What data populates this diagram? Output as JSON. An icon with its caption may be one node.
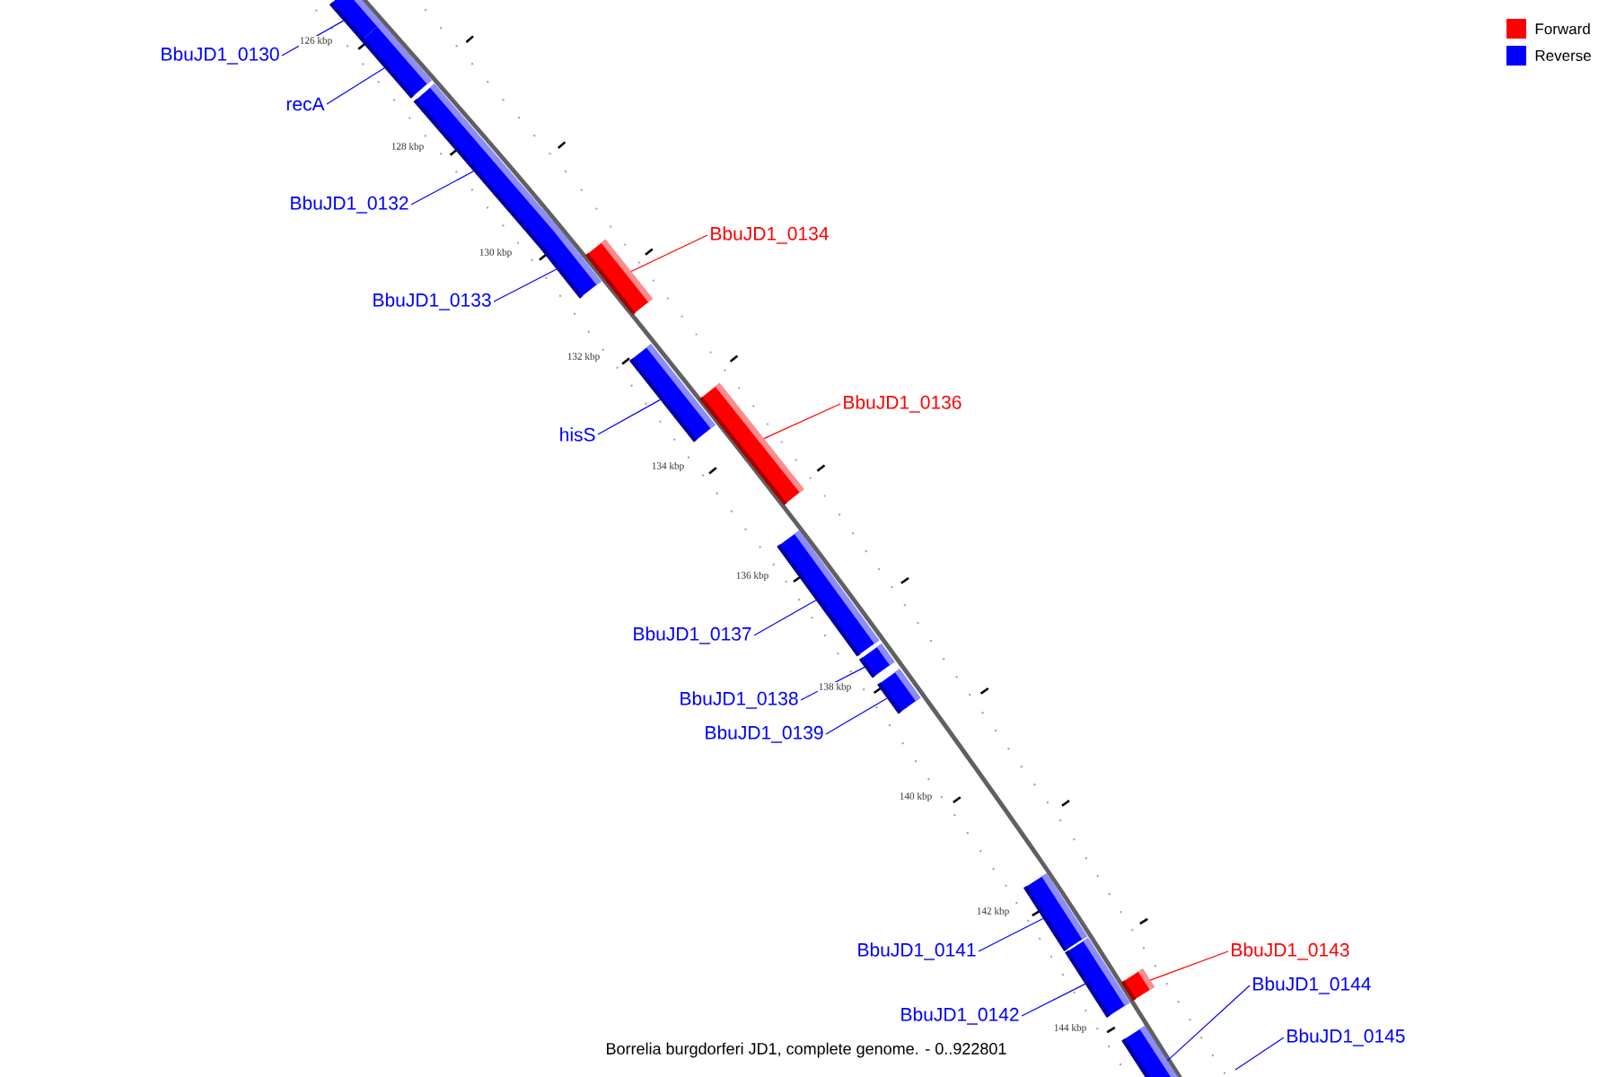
{
  "diagram": {
    "caption": "Borrelia burgdorferi JD1, complete genome. - 0..922801",
    "nodes": [
      {
        "text": [
          "BbuJD1_0130"
        ]
      },
      {
        "text": [
          "recA"
        ]
      },
      {
        "text": [
          "BbuJD1_0132"
        ]
      },
      {
        "text": [
          "BbuJD1_0133"
        ]
      },
      {
        "text": [
          "BbuJD1_0134"
        ]
      },
      {
        "text": [
          "hisS"
        ]
      },
      {
        "text": [
          "BbuJD1_0136"
        ]
      },
      {
        "text": [
          "BbuJD1_0137"
        ]
      },
      {
        "text": [
          "BbuJD1_0138"
        ]
      },
      {
        "text": [
          "BbuJD1_0139"
        ]
      },
      {
        "text": [
          "BbuJD1_0141"
        ]
      },
      {
        "text": [
          "BbuJD1_0142"
        ]
      },
      {
        "text": [
          "BbuJD1_0143"
        ]
      },
      {
        "text": [
          "BbuJD1_0144"
        ]
      },
      {
        "text": [
          "BbuJD1_0145"
        ]
      },
      {
        "text": [],
        "shape": "bar"
      },
      {
        "text": [],
        "shape": "bar"
      },
      {
        "text": [],
        "shape": "bar"
      },
      {
        "text": [],
        "shape": "bar"
      },
      {
        "text": [],
        "shape": "bar"
      },
      {
        "text": [],
        "shape": "bar"
      },
      {
        "text": [],
        "shape": "bar"
      },
      {
        "text": [],
        "shape": "bar"
      },
      {
        "text": [],
        "shape": "bar"
      },
      {
        "text": [],
        "shape": "bar"
      },
      {
        "text": [],
        "shape": "bar"
      },
      {
        "text": [],
        "shape": "bar"
      },
      {
        "text": [],
        "shape": "bar"
      },
      {
        "text": [],
        "shape": "bar"
      }
    ],
    "edges": [
      {
        "from": 0,
        "to": 15,
        "arrow": "none"
      },
      {
        "from": 1,
        "to": 16,
        "arrow": "none"
      },
      {
        "from": 2,
        "to": 17,
        "arrow": "none"
      },
      {
        "from": 3,
        "to": 18,
        "arrow": "none"
      },
      {
        "from": 4,
        "to": 19,
        "arrow": "none",
        "color": "#ff0000"
      },
      {
        "from": 5,
        "to": 20,
        "arrow": "none"
      },
      {
        "from": 6,
        "to": 21,
        "arrow": "none",
        "color": "#ff0000"
      },
      {
        "from": 7,
        "to": 22,
        "arrow": "none"
      },
      {
        "from": 8,
        "to": 23,
        "arrow": "none"
      },
      {
        "from": 9,
        "to": 24,
        "arrow": "none"
      },
      {
        "from": 10,
        "to": 25,
        "arrow": "none"
      },
      {
        "from": 11,
        "to": 26,
        "arrow": "none"
      },
      {
        "from": 12,
        "to": 27,
        "arrow": "none",
        "color": "#ff0000"
      },
      {
        "from": 13,
        "to": 28,
        "arrow": "none"
      },
      {
        "from": 14,
        "to": null,
        "arrow": "none"
      }
    ],
    "labels": [
      "126 kbp",
      "128 kbp",
      "130 kbp",
      "132 kbp",
      "134 kbp",
      "136 kbp",
      "138 kbp",
      "140 kbp",
      "142 kbp",
      "144 kbp"
    ],
    "legend": [
      {
        "text": "Forward",
        "color": "#ff0000"
      },
      {
        "text": "Reverse",
        "color": "#0000ff"
      }
    ]
  }
}
